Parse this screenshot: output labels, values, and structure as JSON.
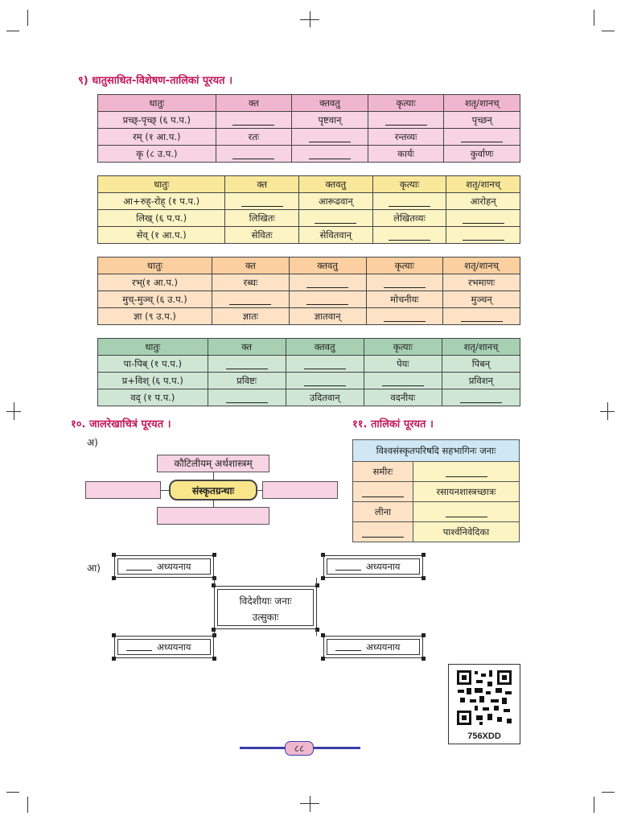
{
  "q9": {
    "heading": "९) धातुसाधित-विशेषण-तालिकां पूरयत ।",
    "headers": [
      "धातुः",
      "क्त",
      "क्तवतु",
      "कृत्याः",
      "शतृ/शानच्"
    ],
    "tables": [
      {
        "rows": [
          [
            "प्रच्छ्-पृच्छ् (६ प.प.)",
            "",
            "पृष्टवान्",
            "",
            "पृच्छन्"
          ],
          [
            "रम् (१ आ.प.)",
            "रतः",
            "",
            "रन्तव्यः",
            ""
          ],
          [
            "कृ (८ उ.प.)",
            "",
            "",
            "कार्यः",
            "कुर्वाणः"
          ]
        ]
      },
      {
        "rows": [
          [
            "आ+रुह्-रोह् (१ प.प.)",
            "",
            "आरूढवान्",
            "",
            "आरोहन्"
          ],
          [
            "लिख् (६ प.प.)",
            "लिखितः",
            "",
            "लेखितव्यः",
            ""
          ],
          [
            "सेव् (१ आ.प.)",
            "सेवितः",
            "सेवितवान्",
            "",
            ""
          ]
        ]
      },
      {
        "rows": [
          [
            "रभ्(१ आ.प.)",
            "रब्धः",
            "",
            "",
            "रभमाणः"
          ],
          [
            "मुच्-मुञ्च् (६ उ.प.)",
            "",
            "",
            "मोचनीयः",
            "मुञ्चन्"
          ],
          [
            "ज्ञा (९ उ.प.)",
            "ज्ञातः",
            "ज्ञातवान्",
            "",
            ""
          ]
        ]
      },
      {
        "rows": [
          [
            "पा-पिब् (१ प.प.)",
            "",
            "",
            "पेयः",
            "पिबन्"
          ],
          [
            "प्र+विश् (६ प.प.)",
            "प्रविष्टः",
            "",
            "",
            "प्रविशन्"
          ],
          [
            "वद् (१ प.प.)",
            "",
            "उदितवान्",
            "वदनीयः",
            ""
          ]
        ]
      }
    ]
  },
  "q10": {
    "heading": "१०. जालरेखाचित्रं पूरयत ।",
    "part_a": "अ)",
    "top_box": "कौटिलीयम् अर्थशास्त्रम्",
    "center": "संस्कृतग्रन्थाः",
    "part_b": "आ)",
    "center_line1": "विदेशीयाः जनाः",
    "center_line2": "उत्सुकाः",
    "frame_label": "अध्ययनाय"
  },
  "q11": {
    "heading": "११. तालिकां पूरयत ।",
    "title": "विश्वसंस्कृतपरिषदि सहभागिनः जनाः",
    "rows": [
      [
        "समीरः",
        ""
      ],
      [
        "",
        "रसायनशास्त्रच्छात्रः"
      ],
      [
        "लीना",
        ""
      ],
      [
        "",
        "पार्श्वनिवेदिका"
      ]
    ]
  },
  "qr": {
    "code": "756XDD"
  },
  "page_number": "८८",
  "colors": {
    "heading": "#c2185b",
    "pink": "#f7d3e4",
    "yellow": "#fdf4c4",
    "orange": "#fde2c6",
    "green": "#cfe6d5"
  }
}
